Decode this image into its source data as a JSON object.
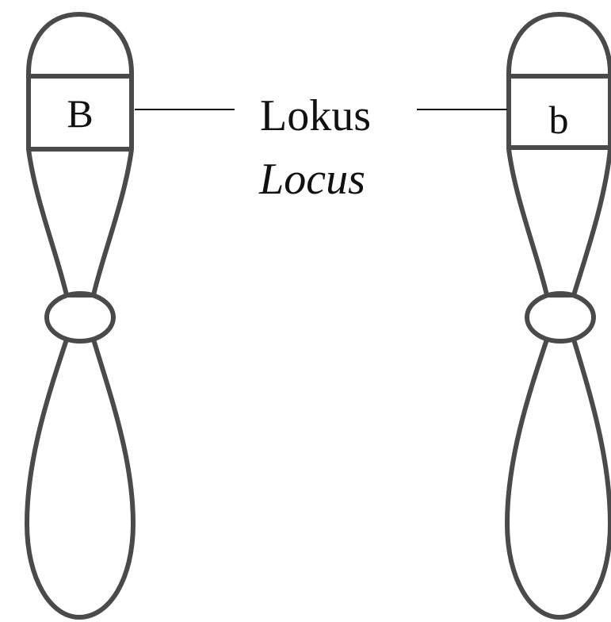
{
  "labels": {
    "locus_primary": "Lokus",
    "locus_translation": "Locus"
  },
  "chromosomes": [
    {
      "allele": "B"
    },
    {
      "allele": "b"
    }
  ],
  "colors": {
    "outline": "#4a4a4a",
    "text": "#111111",
    "background": "#ffffff"
  }
}
